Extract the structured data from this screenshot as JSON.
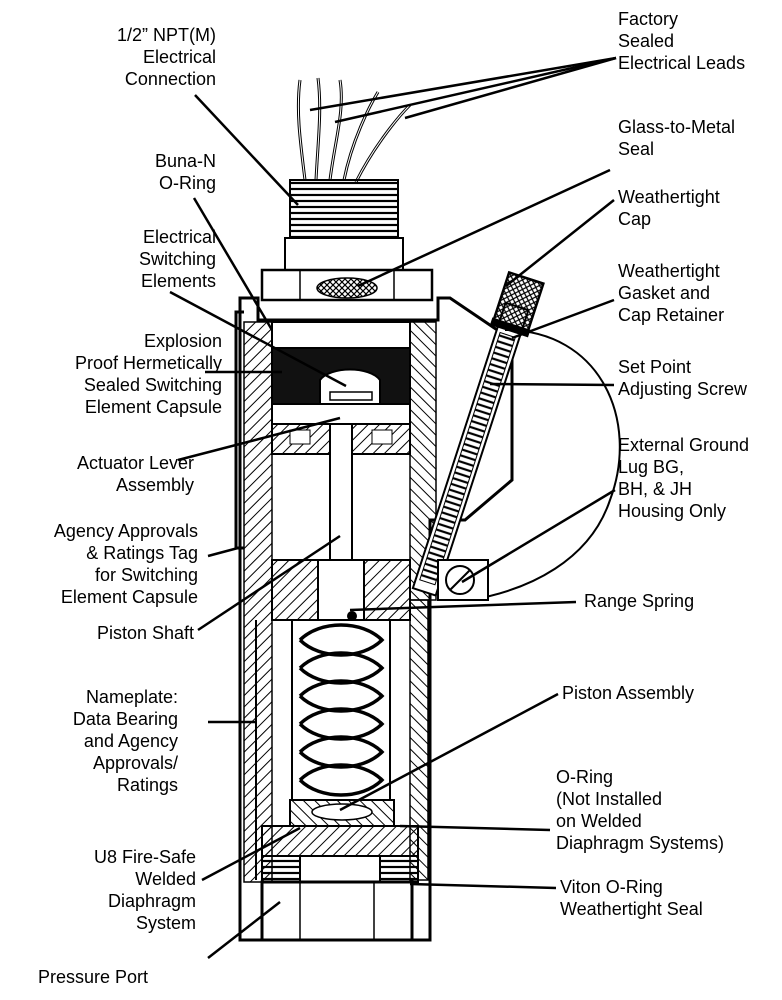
{
  "labels_left": {
    "npt": "1/2” NPT(M)\nElectrical\nConnection",
    "buna": "Buna-N\nO-Ring",
    "switching_elements": "Electrical\nSwitching\nElements",
    "capsule": "Explosion\nProof Hermetically\nSealed Switching\nElement Capsule",
    "actuator": "Actuator Lever\nAssembly",
    "agency_tag": "Agency Approvals\n& Ratings Tag\nfor Switching\nElement Capsule",
    "piston_shaft": "Piston Shaft",
    "nameplate": "Nameplate:\nData Bearing\nand Agency\nApprovals/\nRatings",
    "u8": "U8 Fire-Safe\nWelded\nDiaphragm\nSystem",
    "pressure_port": "Pressure Port"
  },
  "labels_right": {
    "factory_leads": "Factory\nSealed\nElectrical Leads",
    "glass_seal": "Glass-to-Metal\nSeal",
    "cap": "Weathertight\nCap",
    "gasket": "Weathertight\nGasket and\nCap Retainer",
    "setpoint": "Set Point\nAdjusting Screw",
    "ground": "External Ground\nLug BG,\nBH, & JH\nHousing Only",
    "range_spring": "Range Spring",
    "piston_assembly": "Piston Assembly",
    "oring": "O-Ring\n(Not Installed\non Welded\nDiaphragm Systems)",
    "viton": "Viton O-Ring\nWeathertight Seal"
  }
}
